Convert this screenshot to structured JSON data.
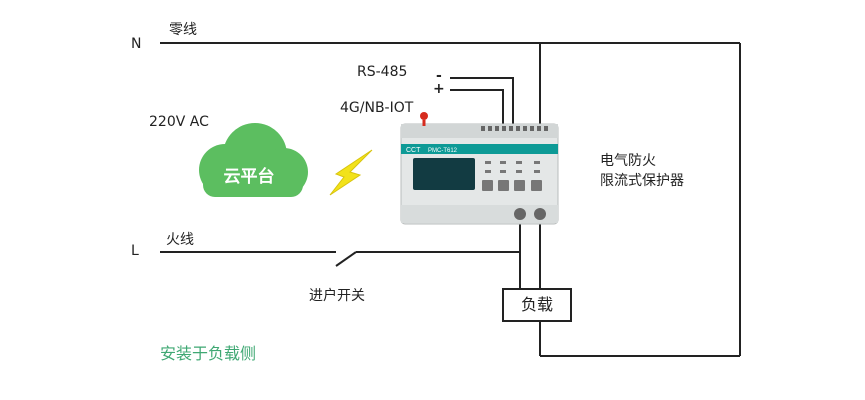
{
  "neutral": {
    "terminal": "N",
    "label": "零线"
  },
  "live": {
    "terminal": "L",
    "label": "火线"
  },
  "rs485": {
    "label": "RS-485",
    "minus": "-",
    "plus": "+"
  },
  "comm": {
    "label": "4G/NB-IOT"
  },
  "power": {
    "label": "220V AC"
  },
  "cloud": {
    "label": "云平台"
  },
  "device": {
    "line1": "电气防火",
    "line2": "限流式保护器",
    "brand": "CCT",
    "model": "PMC-T612"
  },
  "switch": {
    "label": "进户开关"
  },
  "load": {
    "label": "负载"
  },
  "note": {
    "label": "安装于负载侧"
  },
  "colors": {
    "cloud": "#5cbe60",
    "note": "#3fa873",
    "lightning": "#f2e21a",
    "device_body": "#e4e7e7",
    "device_band": "#0d9a96"
  }
}
